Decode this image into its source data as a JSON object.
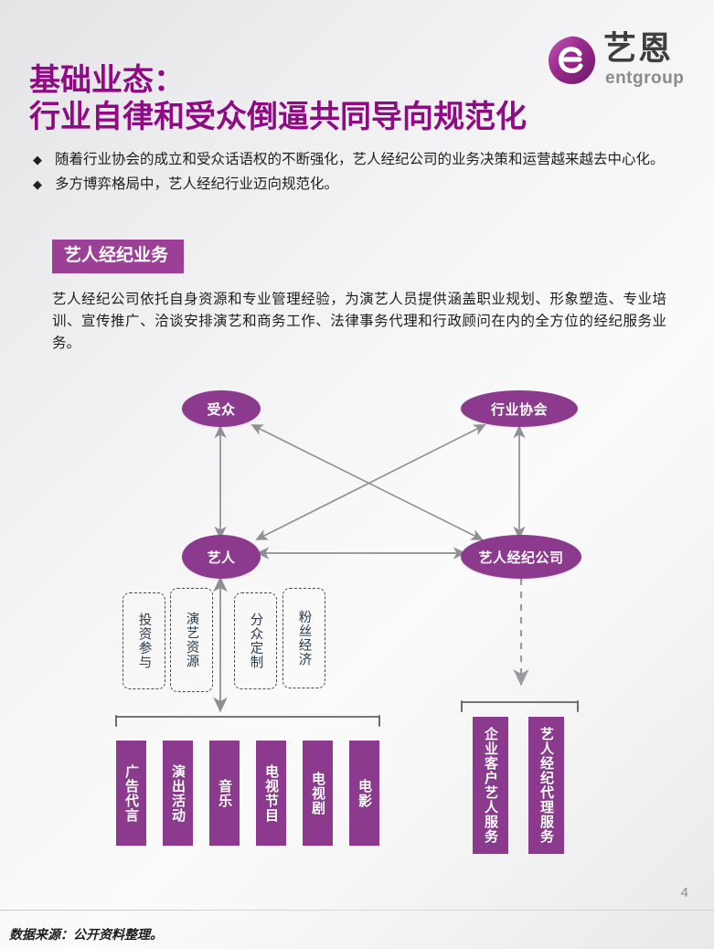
{
  "logo": {
    "mark_icon": "entgroup-e-logo-icon",
    "cn_name": "艺恩",
    "en_name": "entgroup",
    "brand_color": "#9b2a8e"
  },
  "title": {
    "line1": "基础业态：",
    "line2": "行业自律和受众倒逼共同导向规范化",
    "color": "#8e0b84"
  },
  "bullets": [
    {
      "marker": "◆",
      "text": "随着行业协会的成立和受众话语权的不断强化，艺人经纪公司的业务决策和运营越来越去中心化。"
    },
    {
      "marker": "◆",
      "text": "多方博弈格局中，艺人经纪行业迈向规范化。"
    }
  ],
  "section": {
    "badge_label": "艺人经纪业务",
    "badge_color": "#9c3f96",
    "description": "艺人经纪公司依托自身资源和专业管理经验，为演艺人员提供涵盖职业规划、形象塑造、专业培训、宣传推广、洽谈安排演艺和商务工作、法律事务代理和行政顾问在内的全方位的经纪服务业务。"
  },
  "diagram": {
    "node_color": "#8b3a8e",
    "connector_color": "#8f8f93",
    "nodes": {
      "audience": "受众",
      "association": "行业协会",
      "artist": "艺人",
      "agency": "艺人经纪公司"
    },
    "dashed_boxes": [
      {
        "label": "投资参与"
      },
      {
        "label": "演艺资源"
      },
      {
        "label": "分众定制"
      },
      {
        "label": "粉丝经济"
      }
    ],
    "artist_bars": [
      {
        "label": "广告代言"
      },
      {
        "label": "演出活动"
      },
      {
        "label": "音乐"
      },
      {
        "label": "电视节目"
      },
      {
        "label": "电视剧"
      },
      {
        "label": "电影"
      }
    ],
    "agency_bars": [
      {
        "label": "企业客户艺人服务"
      },
      {
        "label": "艺人经纪代理服务"
      }
    ]
  },
  "footer": {
    "source_note": "数据来源：公开资料整理。",
    "page_number": "4"
  }
}
